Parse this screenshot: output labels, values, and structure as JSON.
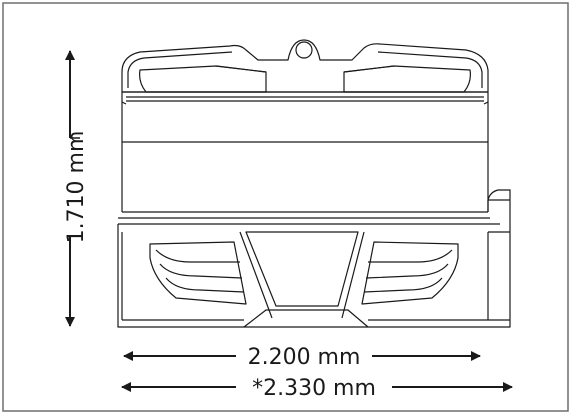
{
  "dimensions": {
    "height_label": "1.710 mm",
    "width_label": "2.200 mm",
    "width_alt_label": "*2.330 mm"
  },
  "colors": {
    "stroke": "#1a1a1a",
    "frame": "#6e6e6e",
    "background": "#ffffff"
  }
}
